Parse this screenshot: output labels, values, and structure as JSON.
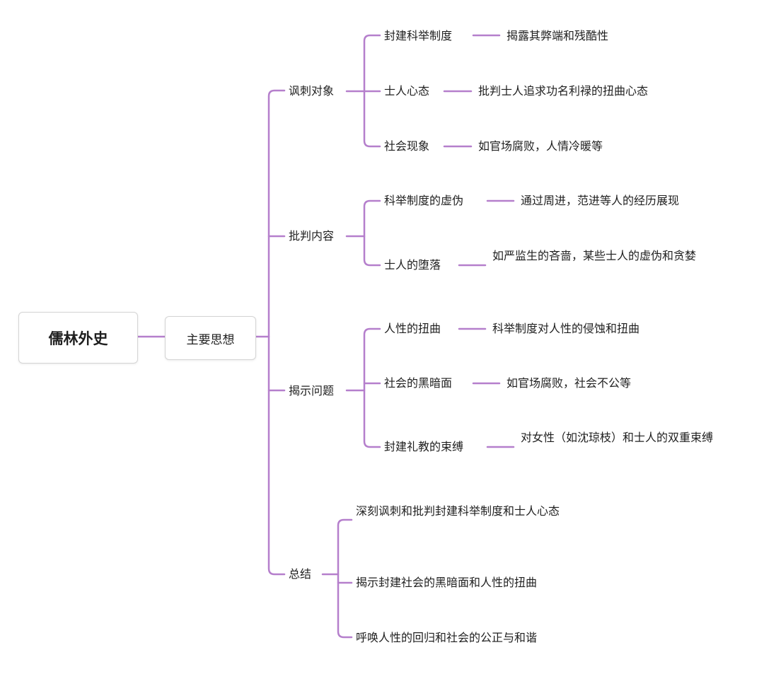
{
  "colors": {
    "connector": "#b57fcc",
    "text": "#1f1f1f",
    "box_border": "#d4d4d4"
  },
  "root": "儒林外史",
  "main": "主要思想",
  "branches": [
    {
      "label": "讽刺对象",
      "children": [
        {
          "label": "封建科举制度",
          "detail": "揭露其弊端和残酷性"
        },
        {
          "label": "士人心态",
          "detail": "批判士人追求功名利禄的扭曲心态"
        },
        {
          "label": "社会现象",
          "detail": "如官场腐败，人情冷暖等"
        }
      ]
    },
    {
      "label": "批判内容",
      "children": [
        {
          "label": "科举制度的虚伪",
          "detail": "通过周进，范进等人的经历展现"
        },
        {
          "label": "士人的堕落",
          "detail": "如严监生的吝啬，某些士人的虚伪和贪婪"
        }
      ]
    },
    {
      "label": "揭示问题",
      "children": [
        {
          "label": "人性的扭曲",
          "detail": "科举制度对人性的侵蚀和扭曲"
        },
        {
          "label": "社会的黑暗面",
          "detail": "如官场腐败，社会不公等"
        },
        {
          "label": "封建礼教的束缚",
          "detail": "对女性（如沈琼枝）和士人的双重束缚"
        }
      ]
    },
    {
      "label": "总结",
      "children": [
        {
          "label": "深刻讽刺和批判封建科举制度和士人心态"
        },
        {
          "label": "揭示封建社会的黑暗面和人性的扭曲"
        },
        {
          "label": "呼唤人性的回归和社会的公正与和谐"
        }
      ]
    }
  ]
}
